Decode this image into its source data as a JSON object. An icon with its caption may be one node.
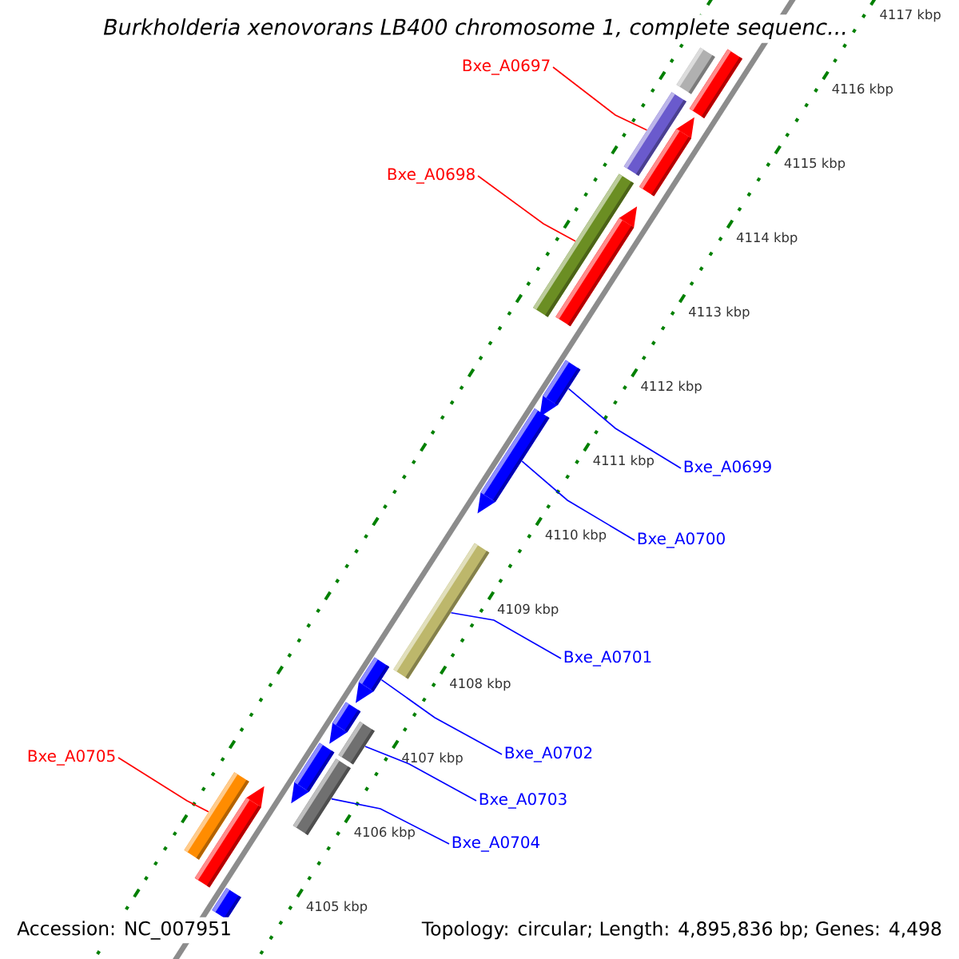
{
  "diagram": {
    "title": "Burkholderia xenovorans LB400 chromosome 1, complete sequenc...",
    "nodes": [
      {
        "text": [
          "Bxe_A0697"
        ]
      },
      {
        "text": [],
        "shape": "bar"
      },
      {
        "text": [
          "Bxe_A0698"
        ]
      },
      {
        "text": [],
        "shape": "bar"
      },
      {
        "text": [
          "Bxe_A0699"
        ]
      },
      {
        "text": [],
        "shape": "bar"
      },
      {
        "text": [
          "Bxe_A0700"
        ]
      },
      {
        "text": [],
        "shape": "bar"
      },
      {
        "text": [
          "Bxe_A0701"
        ]
      },
      {
        "text": [],
        "shape": "bar"
      },
      {
        "text": [
          "Bxe_A0702"
        ]
      },
      {
        "text": [],
        "shape": "bar"
      },
      {
        "text": [
          "Bxe_A0703"
        ]
      },
      {
        "text": [],
        "shape": "bar"
      },
      {
        "text": [
          "Bxe_A0704"
        ]
      },
      {
        "text": [],
        "shape": "bar"
      },
      {
        "text": [
          "Bxe_A0705"
        ]
      },
      {
        "text": [],
        "shape": "bar"
      },
      {
        "text": [],
        "shape": "bar"
      },
      {
        "text": [],
        "shape": "bar"
      },
      {
        "text": [],
        "shape": "bar"
      },
      {
        "text": [],
        "shape": "bar"
      },
      {
        "text": [],
        "shape": "bar"
      },
      {
        "text": [],
        "shape": "bar"
      },
      {
        "text": [],
        "shape": "bar"
      },
      {
        "text": [],
        "shape": "bar"
      }
    ],
    "edges": [
      {
        "from": 0,
        "to": 1,
        "arrow": "none",
        "color": "#ff0000"
      },
      {
        "from": 2,
        "to": 3,
        "arrow": "none",
        "color": "#ff0000"
      },
      {
        "from": 4,
        "to": 5,
        "arrow": "none"
      },
      {
        "from": 6,
        "to": 7,
        "arrow": "none"
      },
      {
        "from": 8,
        "to": 9,
        "arrow": "none"
      },
      {
        "from": 10,
        "to": 11,
        "arrow": "none"
      },
      {
        "from": 12,
        "to": 13,
        "arrow": "none"
      },
      {
        "from": 14,
        "to": 15,
        "arrow": "none"
      },
      {
        "from": 16,
        "to": 17,
        "arrow": "none",
        "color": "#ff0000"
      }
    ],
    "labels": [
      "4117 kbp",
      "4116 kbp",
      "4115 kbp",
      "4114 kbp",
      "4113 kbp",
      "4112 kbp",
      "4111 kbp",
      "4110 kbp",
      "4109 kbp",
      "4108 kbp",
      "4107 kbp",
      "4106 kbp",
      "4105 kbp",
      "Accession: NC_007951",
      "Topology: circular; Length: 4,895,836 bp; Genes: 4,498"
    ]
  }
}
